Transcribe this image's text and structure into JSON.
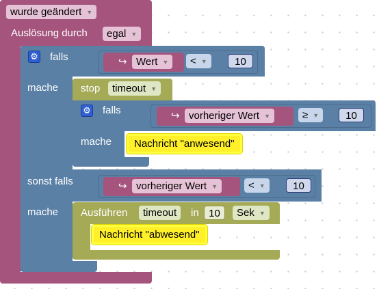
{
  "trigger": {
    "label": "wurde geändert",
    "cause_label": "Auslösung durch",
    "cause_value": "egal"
  },
  "if_block_1": {
    "if_label": "falls",
    "do_label": "mache",
    "variable": "Wert",
    "operator": "<",
    "value": "10",
    "stop_label": "stop",
    "timer_name": "timeout",
    "inner_if": {
      "if_label": "falls",
      "do_label": "mache",
      "variable": "vorheriger Wert",
      "operator": "≥",
      "value": "10",
      "message": "Nachricht \"anwesend\""
    },
    "elseif_label": "sonst falls",
    "elseif_variable": "vorheriger Wert",
    "elseif_operator": "<",
    "elseif_value": "10",
    "do2_label": "mache",
    "timeout_block": {
      "label": "Ausführen",
      "name": "timeout",
      "in_label": "in",
      "duration": "10",
      "unit": "Sek",
      "message": "Nachricht \"abwesend\""
    }
  },
  "colors": {
    "event": "#a5557d",
    "logic": "#5b80a6",
    "timer": "#a5aa56",
    "message": "#fff02a"
  },
  "icons": {
    "gear": "gear-icon",
    "variable": "variable-arrow-icon",
    "dropdown": "dropdown-arrow-icon"
  }
}
